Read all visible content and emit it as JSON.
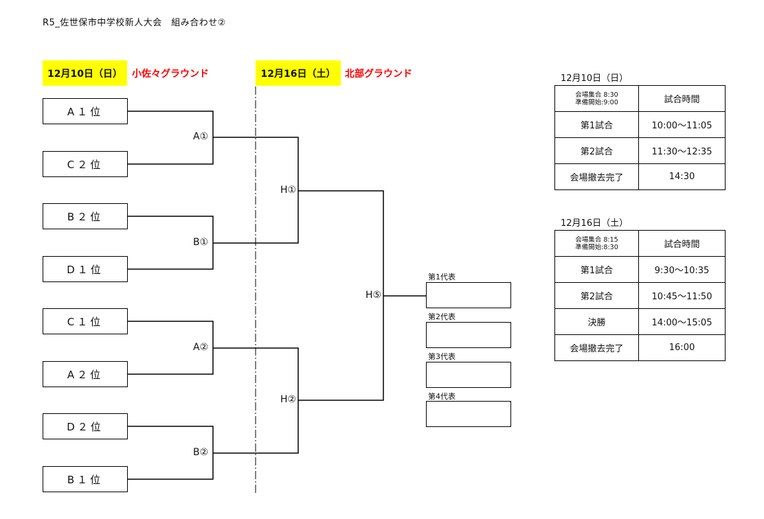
{
  "title": "R5_佐世保市中学校新人大会　組み合わせ②",
  "day1": {
    "date": "12月10日（日）",
    "venue": "小佐々グラウンド"
  },
  "day2": {
    "date": "12月16日（土）",
    "venue": "北部グラウンド"
  },
  "teams": [
    "A１位",
    "C２位",
    "B２位",
    "D１位",
    "C１位",
    "A２位",
    "D２位",
    "B１位"
  ],
  "matches": {
    "a1": "A①",
    "b1": "B①",
    "a2": "A②",
    "b2": "B②",
    "h1": "H①",
    "h2": "H②",
    "h5": "H⑤"
  },
  "representatives": [
    "第1代表",
    "第2代表",
    "第3代表",
    "第4代表"
  ],
  "schedule1": {
    "title": "12月10日（日）",
    "gather": "会場集合 8:30",
    "prep": "準備開始:9:00",
    "header": "試合時間",
    "rows": [
      {
        "label": "第1試合",
        "time": "10:00～11:05"
      },
      {
        "label": "第2試合",
        "time": "11:30～12:35"
      },
      {
        "label": "会場撤去完了",
        "time": "14:30"
      }
    ]
  },
  "schedule2": {
    "title": "12月16日（土）",
    "gather": "会場集合 8:15",
    "prep": "準備開始:8:30",
    "header": "試合時間",
    "rows": [
      {
        "label": "第1試合",
        "time": "9:30～10:35"
      },
      {
        "label": "第2試合",
        "time": "10:45～11:50"
      },
      {
        "label": "決勝",
        "time": "14:00～15:05"
      },
      {
        "label": "会場撤去完了",
        "time": "16:00"
      }
    ]
  },
  "colors": {
    "highlight": "#ffff00",
    "venue": "#ff0000"
  }
}
